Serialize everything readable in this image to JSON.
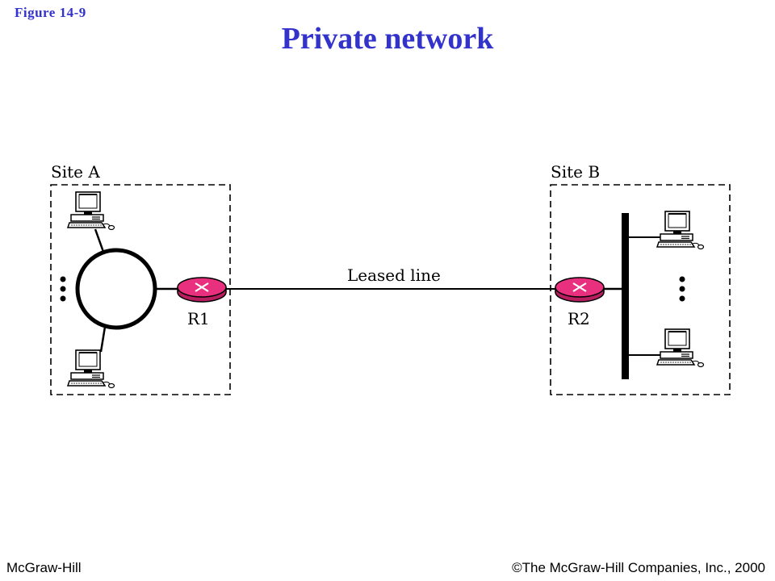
{
  "header": {
    "figure_label": "Figure  14-9",
    "title": "Private network"
  },
  "diagram": {
    "site_a": {
      "label": "Site A",
      "router_label": "R1"
    },
    "site_b": {
      "label": "Site B",
      "router_label": "R2"
    },
    "link_label": "Leased line",
    "colors": {
      "title": "#3333cc",
      "router": "#e8307e",
      "line": "#000000"
    },
    "icons": [
      "computer-icon",
      "router-icon",
      "ring-network-icon",
      "bus-backbone-icon",
      "ellipsis-icon"
    ]
  },
  "footer": {
    "publisher": "McGraw-Hill",
    "copyright": "©The McGraw-Hill Companies, Inc., 2000"
  }
}
